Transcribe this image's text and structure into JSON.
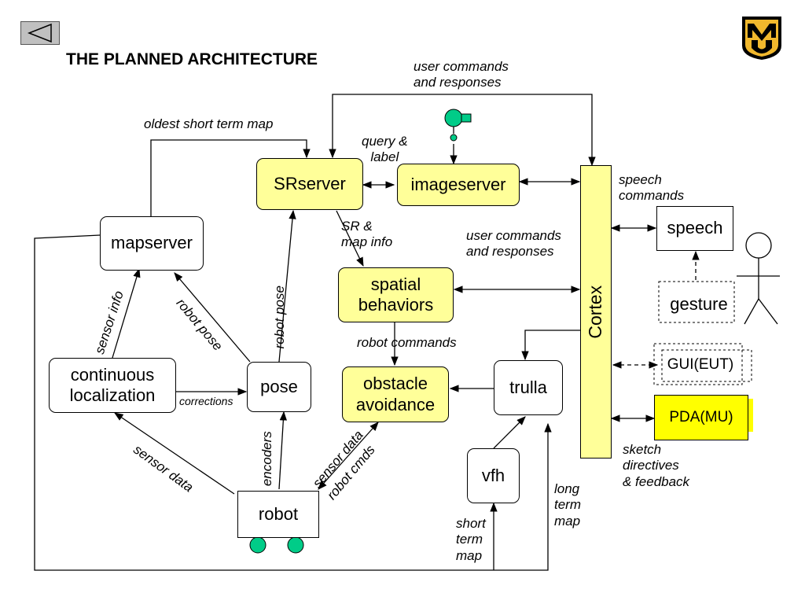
{
  "title": "THE PLANNED ARCHITECTURE",
  "nav": {
    "back_icon": "back-triangle-icon"
  },
  "logo": {
    "name": "university-logo",
    "text": "MU"
  },
  "nodes": {
    "srserver": "SRserver",
    "imageserver": "imageserver",
    "mapserver": "mapserver",
    "spatial_behaviors": [
      "spatial",
      "behaviors"
    ],
    "obstacle_avoidance": [
      "obstacle",
      "avoidance"
    ],
    "continuous_localization": [
      "continuous",
      "localization"
    ],
    "pose": "pose",
    "trulla": "trulla",
    "vfh": "vfh",
    "robot": "robot",
    "cortex": "Cortex",
    "speech": "speech",
    "gesture": "gesture",
    "gui": "GUI(EUT)",
    "pda": "PDA(MU)"
  },
  "labels": {
    "user_commands_top": [
      "user commands",
      "and responses"
    ],
    "oldest_map": "oldest short term map",
    "query_label": [
      "query &",
      "label"
    ],
    "sr_map_info": [
      "SR &",
      "map info"
    ],
    "user_commands_mid": [
      "user commands",
      "and responses"
    ],
    "speech_commands": [
      "speech",
      "commands"
    ],
    "sensor_info": "sensor info",
    "robot_pose_diag": "robot pose",
    "robot_pose_vert": "robot pose",
    "robot_commands": "robot commands",
    "corrections": "corrections",
    "sensor_data_left": "sensor data",
    "encoders": "encoders",
    "sensor_data_right": "sensor data",
    "robot_cmds": "robot cmds",
    "sketch": [
      "sketch",
      "directives",
      "& feedback"
    ],
    "long_term_map": [
      "long",
      "term",
      "map"
    ],
    "short_term_map": [
      "short",
      "term",
      "map"
    ]
  },
  "colors": {
    "highlight": "#ffff99",
    "pda": "#ffff00",
    "robot_parts": "#00cc88"
  }
}
